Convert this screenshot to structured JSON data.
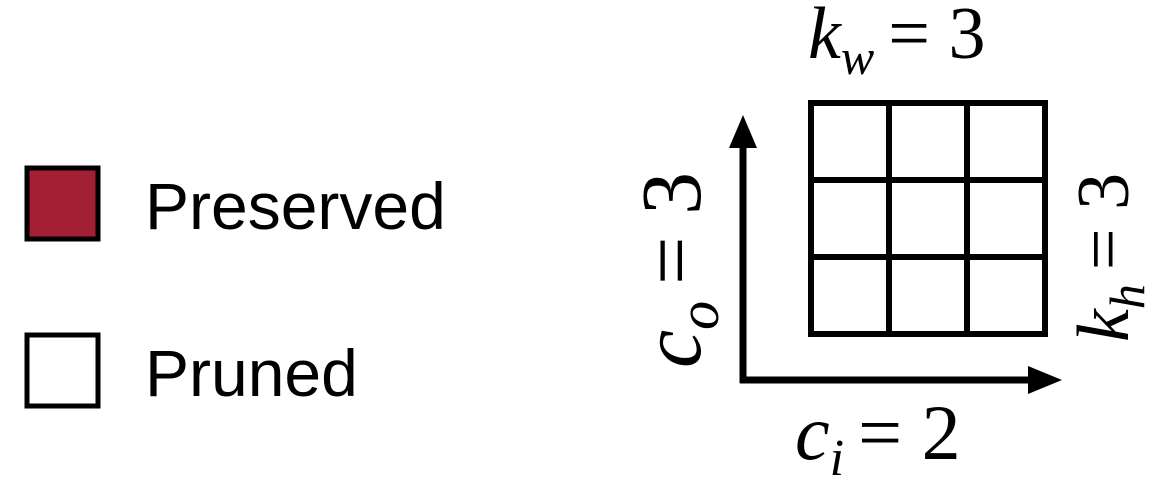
{
  "legend": {
    "items": [
      {
        "label": "Preserved",
        "swatch_color": "#a31f34"
      },
      {
        "label": "Pruned",
        "swatch_color": "#ffffff"
      }
    ]
  },
  "kernel": {
    "rows": 3,
    "cols": 3,
    "cell_fill": "#ffffff",
    "stroke_color": "#000000"
  },
  "labels": {
    "kw": {
      "var": "k",
      "sub": "w",
      "eq": "= 3"
    },
    "kh": {
      "var": "k",
      "sub": "h",
      "eq": "= 3"
    },
    "co": {
      "var": "c",
      "sub": "o",
      "eq": "= 3"
    },
    "ci": {
      "var": "c",
      "sub": "i",
      "eq": "= 2"
    }
  }
}
